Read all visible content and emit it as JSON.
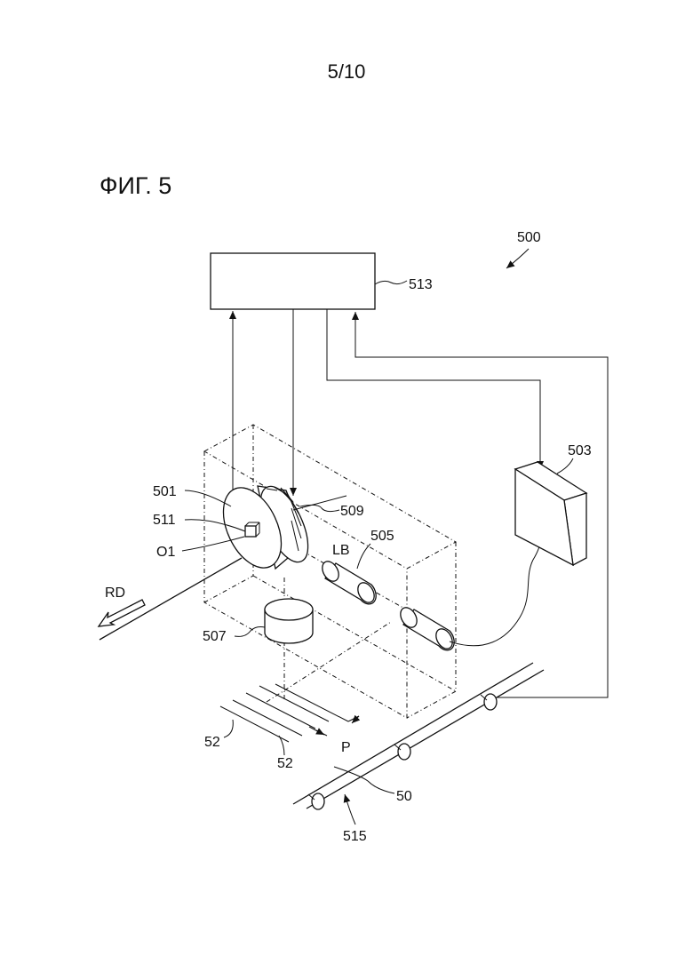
{
  "page_number": "5/10",
  "figure_title": "ФИГ. 5",
  "labels": {
    "system": "500",
    "controller": "513",
    "unit_503": "503",
    "camera": "501",
    "sensor_511": "511",
    "axis_o1": "O1",
    "part_509": "509",
    "lens_505": "505",
    "beam_lb": "LB",
    "direction_rd": "RD",
    "part_507": "507",
    "stripe_left": "52",
    "stripe_right": "52",
    "pitch_p": "P",
    "web_50": "50",
    "conveyor_515": "515"
  }
}
